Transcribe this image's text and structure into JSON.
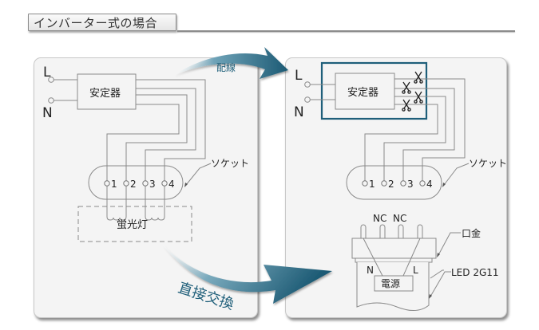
{
  "title": "インバーター式の場合",
  "arrows": {
    "wiring_label": "配線",
    "direct_label": "直接交換",
    "color": "#1f5f7a"
  },
  "left_panel": {
    "terminal_L": "L",
    "terminal_N": "N",
    "ballast_label": "安定器",
    "socket_label": "ソケット",
    "pins": [
      "1",
      "2",
      "3",
      "4"
    ],
    "lamp_label": "蛍光灯"
  },
  "right_panel": {
    "terminal_L": "L",
    "terminal_N": "N",
    "ballast_label": "安定器",
    "socket_label": "ソケット",
    "pins": [
      "1",
      "2",
      "3",
      "4"
    ],
    "nc_label_1": "NC",
    "nc_label_2": "NC",
    "base_label": "口金",
    "led_label": "LED 2G11",
    "power_label": "電源",
    "inner_N": "N",
    "inner_L": "L",
    "bypass_box_color": "#1f5f7a"
  }
}
